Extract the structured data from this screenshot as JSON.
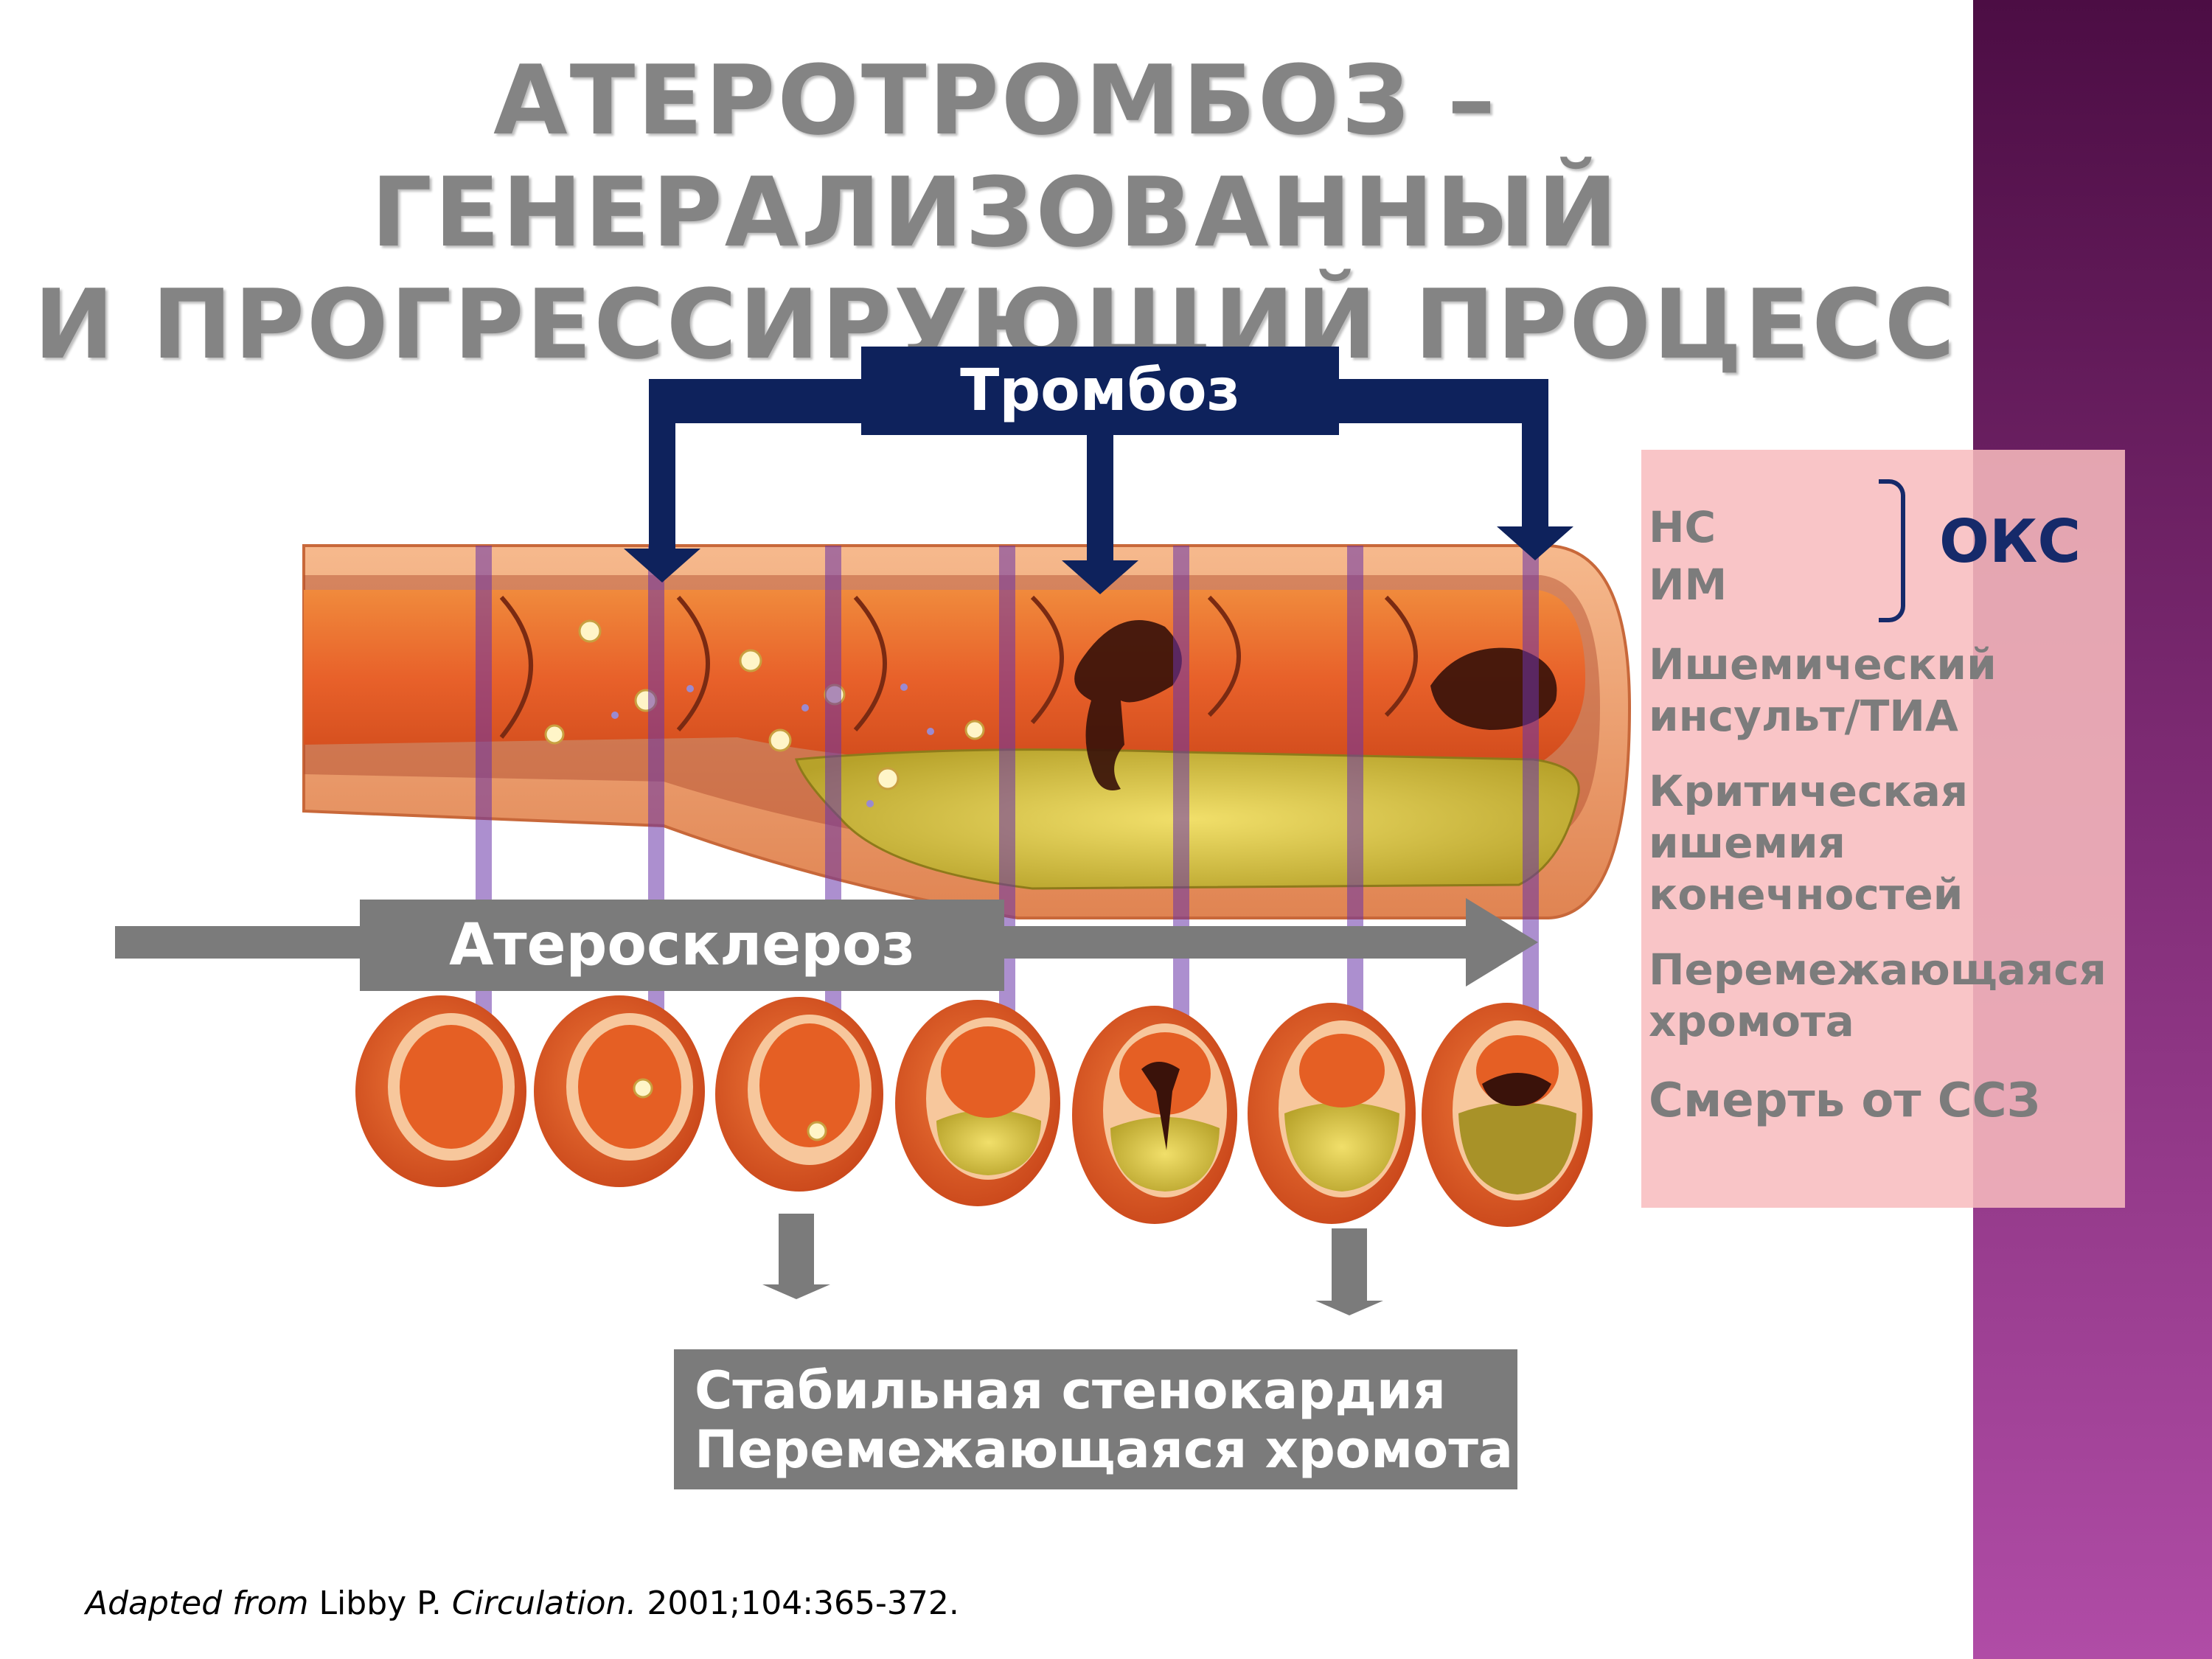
{
  "title": {
    "line1": "АТЕРОТРОМБОЗ – ГЕНЕРАЛИЗОВАННЫЙ",
    "line2": "И ПРОГРЕССИРУЮЩИЙ ПРОЦЕСС"
  },
  "thrombosis": {
    "label": "Тромбоз"
  },
  "atherosclerosis": {
    "label": "Атеросклероз"
  },
  "outcomes": {
    "ns": "НС",
    "im": "ИМ",
    "oks": "ОКС",
    "ischemic_stroke": [
      "Ишемический",
      "инсульт/ТИА"
    ],
    "critical_ischemia": [
      "Критическая",
      "ишемия",
      "конечностей"
    ],
    "claudication": [
      "Перемежающаяся",
      "хромота"
    ],
    "cv_death": "Смерть от ССЗ"
  },
  "stable": {
    "line1": "Стабильная стенокардия",
    "line2": "Перемежающаяся хромота"
  },
  "citation": {
    "adapted": "Adapted from",
    "author": "Libby P.",
    "journal": "Circulation.",
    "ref": "2001;104:365-372."
  },
  "colors": {
    "navy": "#0e225c",
    "gray": "#7b7b7b",
    "artery": "#e8612a",
    "plaque": "#d9c33c",
    "panel": "#f8bcbe",
    "stripe": "#7c2a72"
  }
}
